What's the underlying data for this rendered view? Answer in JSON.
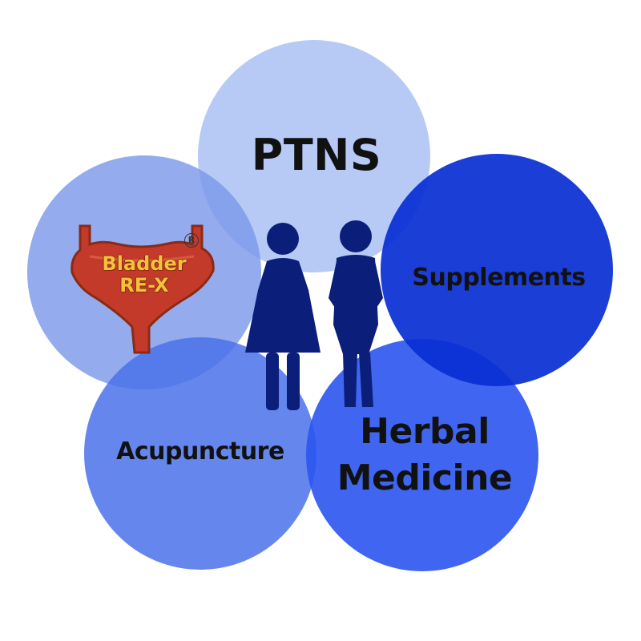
{
  "circles": [
    {
      "id": "ptns",
      "label": "PTNS",
      "color": "#b3c7f5"
    },
    {
      "id": "supplements",
      "label": "Supplements",
      "color": "#0a2fd4"
    },
    {
      "id": "herbal",
      "lines": [
        "Herbal",
        "Medicine"
      ],
      "color": "#2b55f0"
    },
    {
      "id": "acupuncture",
      "label": "Acupuncture",
      "color": "#4a72ea"
    },
    {
      "id": "bladder",
      "color": "#7d98ea"
    }
  ],
  "logo": {
    "lines": [
      "Bladder",
      "RE-X"
    ],
    "registered_mark": "R",
    "colors": {
      "organ": "#c43a2a",
      "text": "#f4c23a",
      "outline": "#8a2a14"
    }
  },
  "figures": {
    "color": "#0b1e7a"
  }
}
